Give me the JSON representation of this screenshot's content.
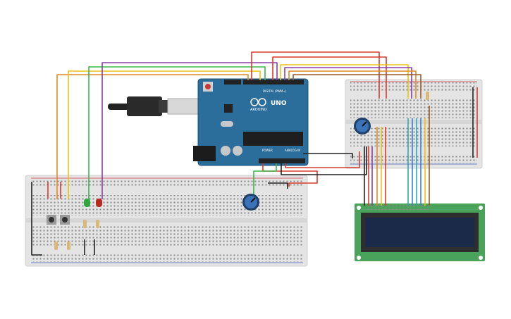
{
  "board": {
    "brand": "UNO",
    "maker": "ARDUINO",
    "digital_label": "DIGITAL (PWM~)",
    "power_label": "POWER",
    "analog_label": "ANALOG IN",
    "color": "#2c6e9b"
  },
  "colors": {
    "breadboard": "#e4e4e4",
    "lcd_board": "#4aa35a",
    "lcd_screen": "#1c2a4a",
    "wire_red": "#d83a2e",
    "wire_orange": "#e08a1e",
    "wire_yellow": "#e8c318",
    "wire_green": "#3ab54a",
    "wire_purple": "#8a3ea8",
    "wire_blue": "#3a7fd8",
    "wire_teal": "#2ea8b8",
    "wire_brown": "#9a5a28",
    "wire_black": "#222222"
  },
  "components": [
    "arduino-uno",
    "usb-cable",
    "main-breadboard",
    "small-breadboard",
    "lcd-16x2",
    "potentiometer",
    "push-buttons",
    "leds",
    "resistors"
  ]
}
